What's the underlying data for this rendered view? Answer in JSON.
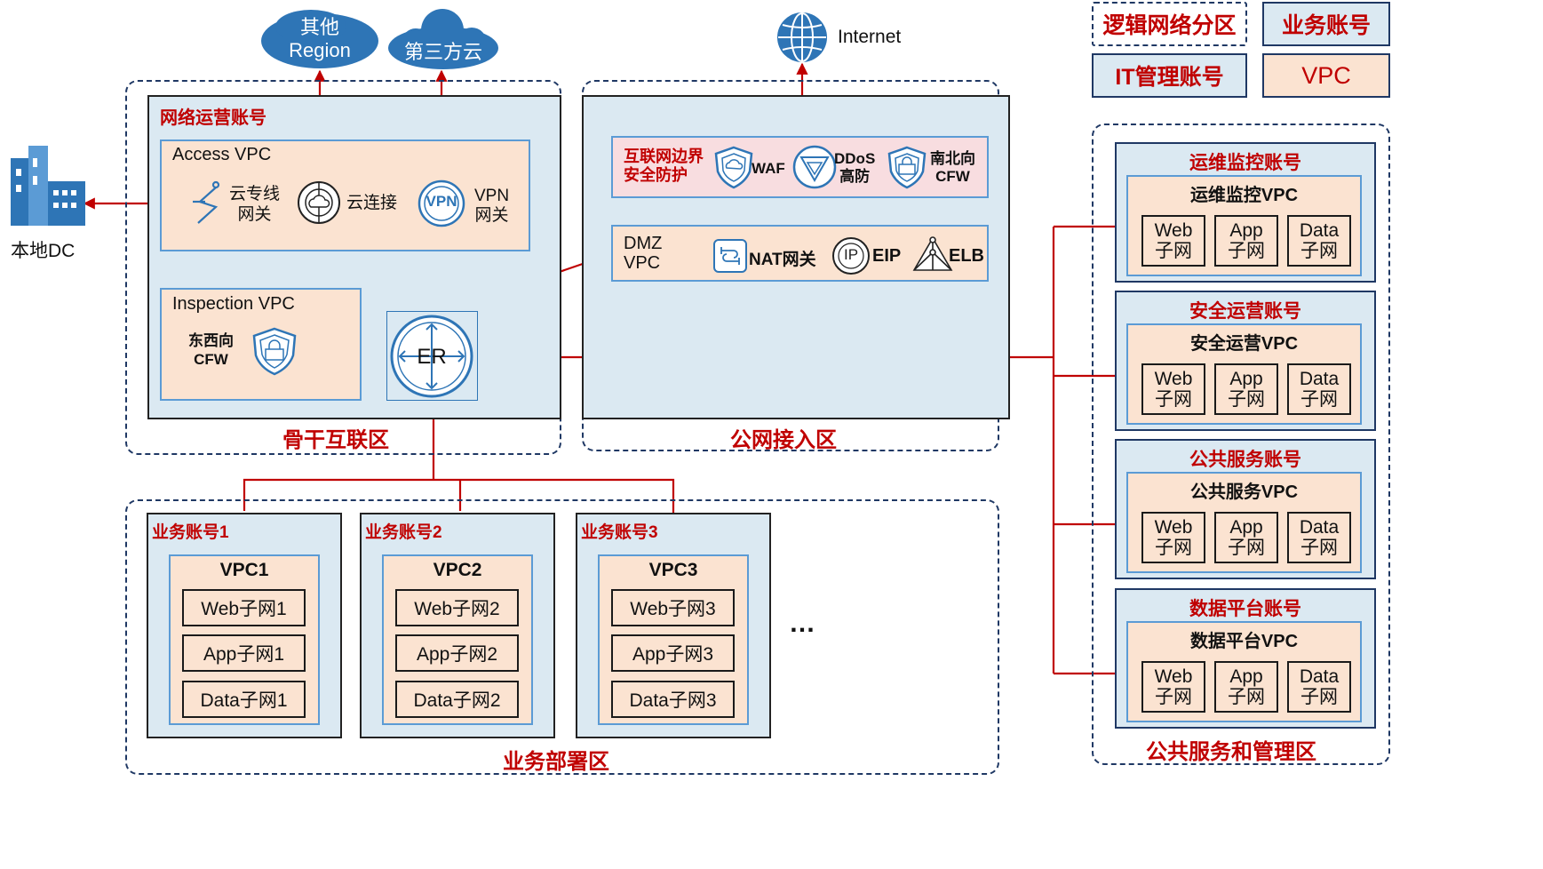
{
  "legend": {
    "logical_zone": "逻辑网络分区",
    "business_account": "业务账号",
    "it_account": "IT管理账号",
    "vpc": "VPC"
  },
  "external": {
    "other_region_line1": "其他",
    "other_region_line2": "Region",
    "third_party_cloud": "第三方云",
    "internet": "Internet",
    "local_dc": "本地DC"
  },
  "backbone": {
    "zone_label": "骨干互联区",
    "account_title": "网络运营账号",
    "access_vpc": {
      "title": "Access VPC",
      "dc_gateway_line1": "云专线",
      "dc_gateway_line2": "网关",
      "cloud_connect": "云连接",
      "vpn_line1": "VPN",
      "vpn_line2": "网关",
      "vpn_badge": "VPN"
    },
    "inspection_vpc": {
      "title": "Inspection VPC",
      "ew_cfw_line1": "东西向",
      "ew_cfw_line2": "CFW"
    },
    "er_label": "ER"
  },
  "public_access": {
    "zone_label": "公网接入区",
    "border_protection": {
      "title_line1": "互联网边界",
      "title_line2": "安全防护",
      "waf": "WAF",
      "ddos_line1": "DDoS",
      "ddos_line2": "高防",
      "ns_cfw_line1": "南北向",
      "ns_cfw_line2": "CFW"
    },
    "dmz": {
      "title_line1": "DMZ",
      "title_line2": "VPC",
      "nat": "NAT网关",
      "eip": "EIP",
      "eip_badge": "IP",
      "elb": "ELB"
    }
  },
  "business": {
    "zone_label": "业务部署区",
    "ellipsis": "…",
    "accounts": [
      {
        "title": "业务账号1",
        "vpc": "VPC1",
        "subnets": [
          "Web子网1",
          "App子网1",
          "Data子网1"
        ]
      },
      {
        "title": "业务账号2",
        "vpc": "VPC2",
        "subnets": [
          "Web子网2",
          "App子网2",
          "Data子网2"
        ]
      },
      {
        "title": "业务账号3",
        "vpc": "VPC3",
        "subnets": [
          "Web子网3",
          "App子网3",
          "Data子网3"
        ]
      }
    ]
  },
  "public_service": {
    "zone_label": "公共服务和管理区",
    "accounts": [
      {
        "title": "运维监控账号",
        "vpc": "运维监控VPC"
      },
      {
        "title": "安全运营账号",
        "vpc": "安全运营VPC"
      },
      {
        "title": "公共服务账号",
        "vpc": "公共服务VPC"
      },
      {
        "title": "数据平台账号",
        "vpc": "数据平台VPC"
      }
    ],
    "subnets": [
      {
        "line1": "Web",
        "line2": "子网"
      },
      {
        "line1": "App",
        "line2": "子网"
      },
      {
        "line1": "Data",
        "line2": "子网"
      }
    ]
  },
  "colors": {
    "accent_red": "#c00000",
    "account_fill": "#dbe9f2",
    "vpc_fill": "#fbe3d1",
    "border_protection_fill": "#f8dde0",
    "icon_blue": "#2e75b6"
  }
}
